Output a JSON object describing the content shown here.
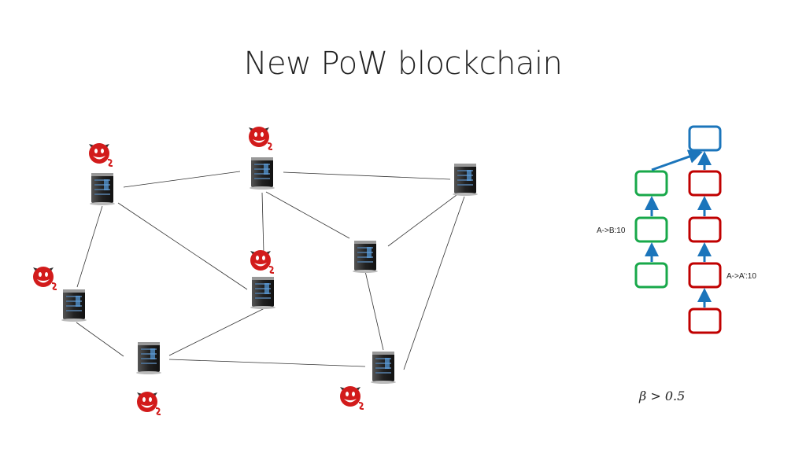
{
  "title": "New PoW blockchain",
  "chain": {
    "label_honest": "A->B:10",
    "label_attack": "A->A’:10",
    "colors": {
      "genesis": "#1b75bb",
      "honest": "#18a84a",
      "attack": "#c00000",
      "arrow": "#1b75bb"
    }
  },
  "condition": "β > 0.5",
  "icons": {
    "node": "server-icon",
    "attacker": "devil-icon"
  }
}
